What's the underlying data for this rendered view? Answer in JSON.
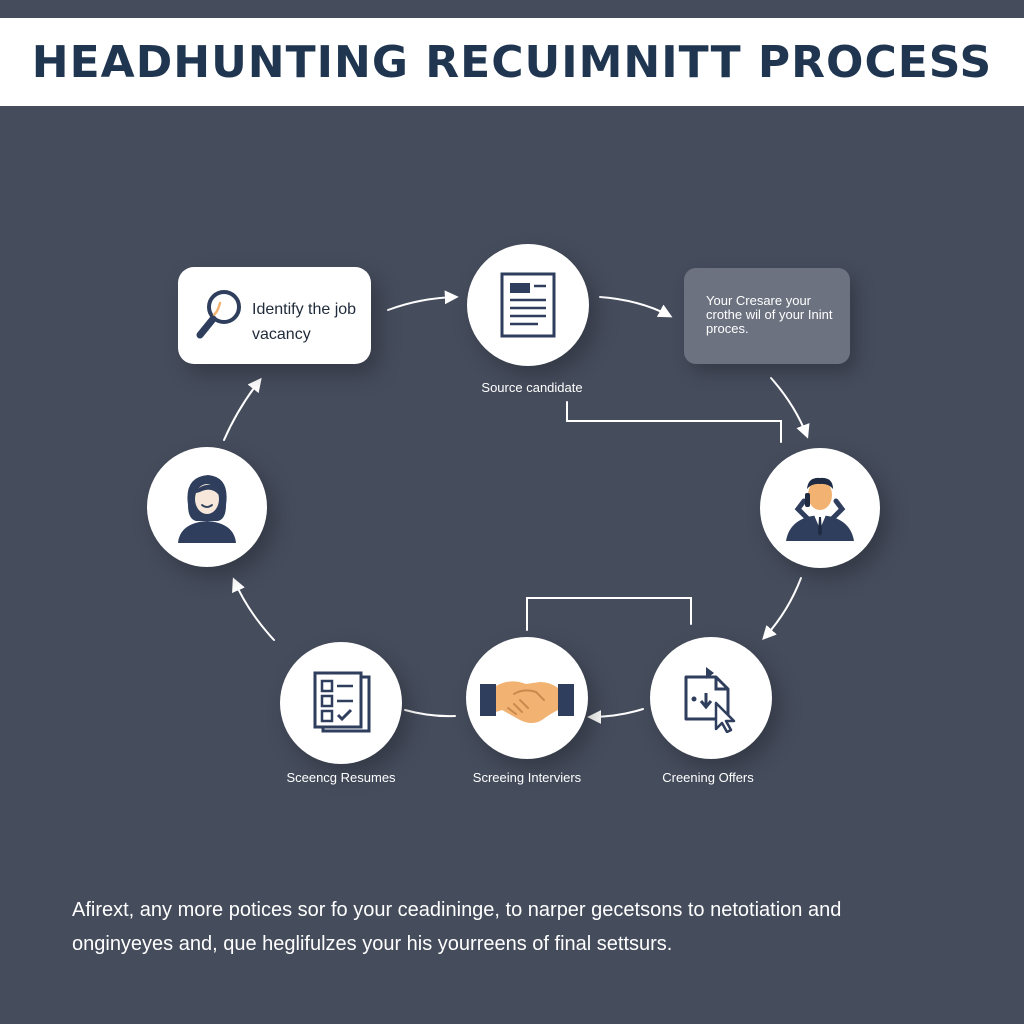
{
  "header": {
    "title": "HEADHUNTING RECUIMNITT PROCESS"
  },
  "steps": {
    "identify": {
      "label": "Identify the job vacancy",
      "icon": "magnifier-icon"
    },
    "source": {
      "label": "Source candidate",
      "icon": "document-icon"
    },
    "note": {
      "text": "Your Cresare your crothe wil of your Inint proces.",
      "icon": ""
    },
    "contact": {
      "label": "",
      "icon": "phone-call-person-icon"
    },
    "offers": {
      "label": "Creening Offers",
      "icon": "file-pointer-icon"
    },
    "interviews": {
      "label": "Screeing Interviers",
      "icon": "handshake-icon"
    },
    "resumes": {
      "label": "Sceencg Resumes",
      "icon": "checklist-icon"
    },
    "candidate": {
      "label": "",
      "icon": "woman-avatar-icon"
    }
  },
  "footer": {
    "line1": "Afirext, any more potices sor fo your ceadininge, to narper gecetsons to netotiation and",
    "line2": "onginyeyes and, que heglifulzes your his  yourreens of final settsurs."
  },
  "colors": {
    "background": "#454c5c",
    "title_text": "#1f3550",
    "icon_navy": "#2e3e5c",
    "accent_orange": "#f2b272",
    "node_fill": "#ffffff",
    "note_fill": "#6c7280"
  }
}
